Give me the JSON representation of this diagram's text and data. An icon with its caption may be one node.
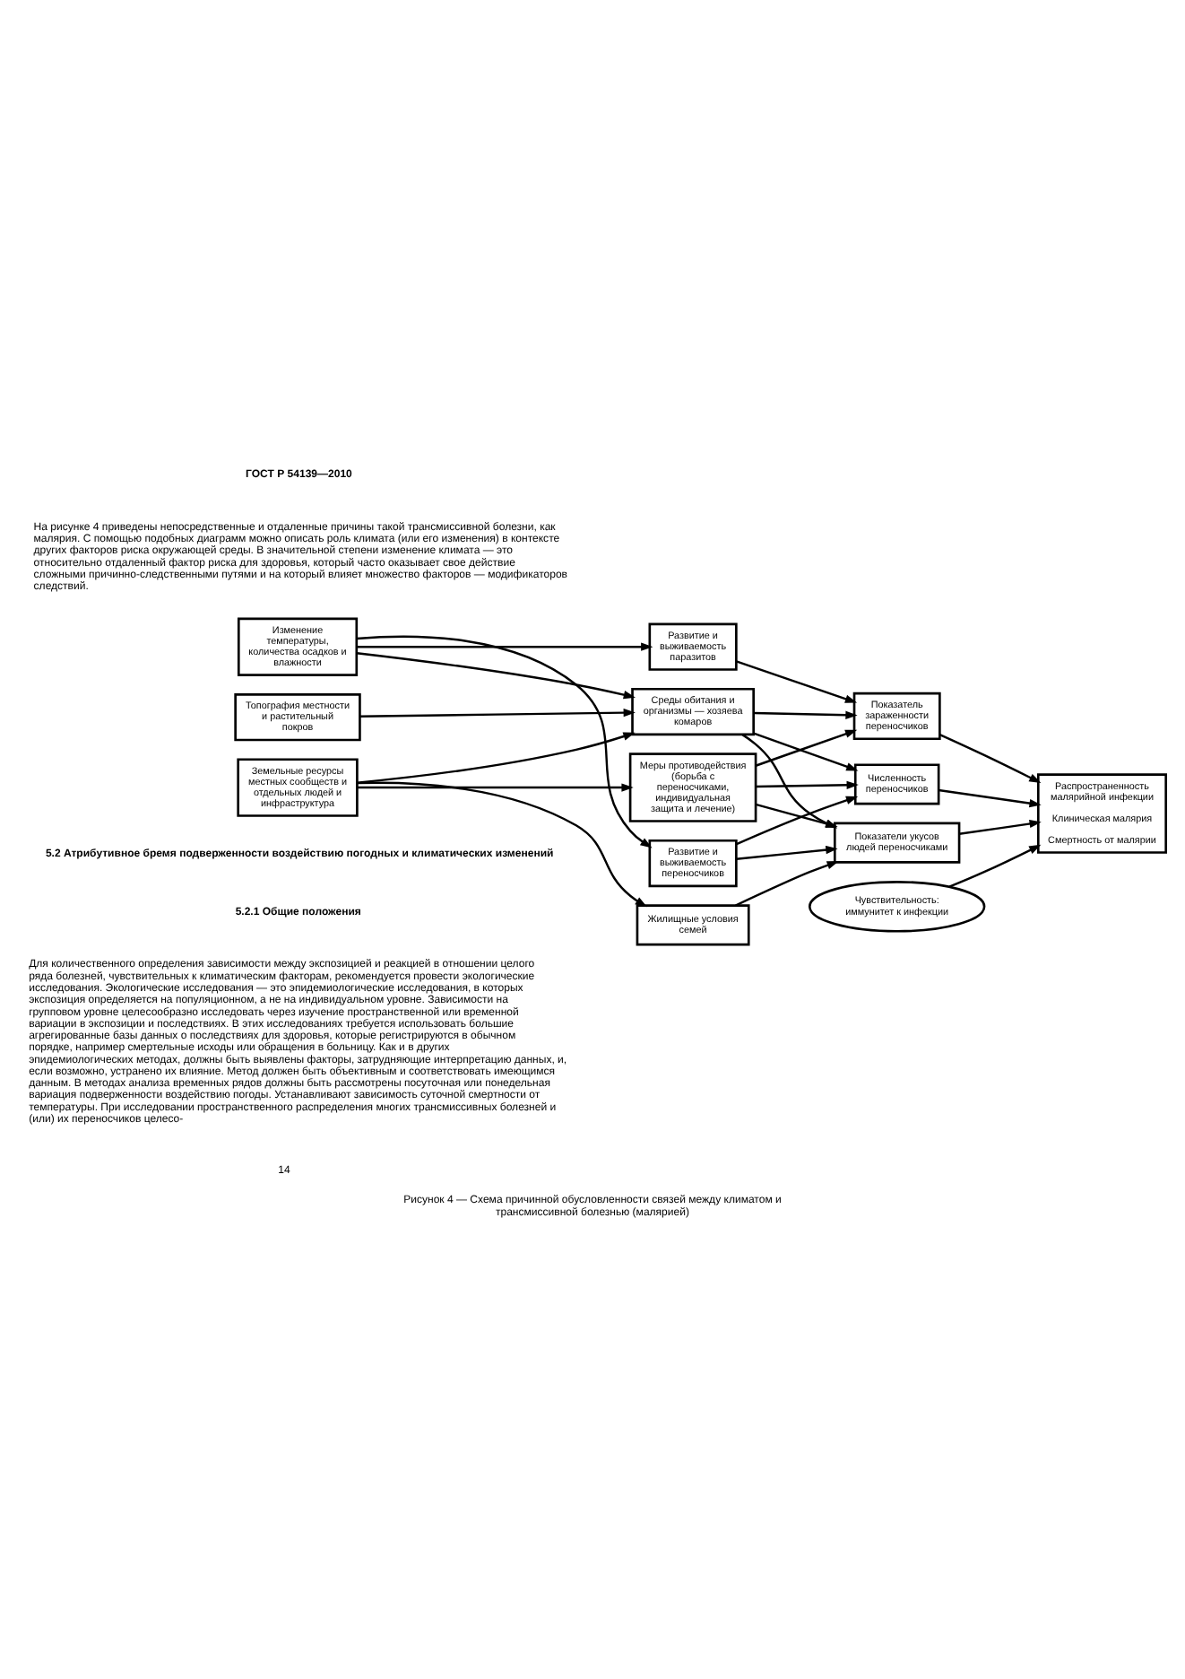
{
  "diagram": {
    "caption": "Рисунок 4 — Схема причинной обусловленности связей между климатом и трансмиссивной болезнью (малярией)",
    "nodes": [
      {
        "text": [
          "Изменение температуры, количества осадков и влажности"
        ]
      },
      {
        "text": [
          "Развитие и выживаемость паразитов"
        ]
      },
      {
        "text": [
          "Развитие и выживаемость переносчиков"
        ]
      },
      {
        "text": [
          "Топография местности и растительный покров"
        ]
      },
      {
        "text": [
          "Среды обитания и организмы — хозяева комаров"
        ]
      },
      {
        "text": [
          "Меры противодействия (борьба с переносчиками, индивидуальная защита и лечение)"
        ]
      },
      {
        "text": [
          "Земельные ресурсы местных сообществ и отдельных людей и инфраструктура"
        ]
      },
      {
        "text": [
          "Жилищные условия семей"
        ]
      },
      {
        "text": [
          "Показатель зараженности переносчиков"
        ]
      },
      {
        "text": [
          "Численность переносчиков"
        ]
      },
      {
        "text": [
          "Показатели укусов людей переносчиками"
        ]
      },
      {
        "text": [
          "Распространенность малярийной инфекции",
          "Клиническая малярия",
          "Смертность от малярии"
        ]
      },
      {
        "text": [
          "Чувствительность: иммунитет к инфекции"
        ]
      }
    ],
    "edges": [
      {
        "from": 0,
        "to": 1,
        "arrow": "to"
      },
      {
        "from": 0,
        "to": 2,
        "arrow": "to"
      },
      {
        "from": 0,
        "to": 4,
        "arrow": "to"
      },
      {
        "from": 3,
        "to": 4,
        "arrow": "to"
      },
      {
        "from": 6,
        "to": 4,
        "arrow": "to"
      },
      {
        "from": 6,
        "to": 5,
        "arrow": "to"
      },
      {
        "from": 6,
        "to": 7,
        "arrow": "to"
      },
      {
        "from": 1,
        "to": 8,
        "arrow": "to"
      },
      {
        "from": 4,
        "to": 8,
        "arrow": "to"
      },
      {
        "from": 5,
        "to": 8,
        "arrow": "to"
      },
      {
        "from": 2,
        "to": 9,
        "arrow": "to"
      },
      {
        "from": 4,
        "to": 9,
        "arrow": "to"
      },
      {
        "from": 5,
        "to": 9,
        "arrow": "to"
      },
      {
        "from": 2,
        "to": 10,
        "arrow": "to"
      },
      {
        "from": 4,
        "to": 10,
        "arrow": "to"
      },
      {
        "from": 5,
        "to": 10,
        "arrow": "to"
      },
      {
        "from": 7,
        "to": 10,
        "arrow": "to"
      },
      {
        "from": 8,
        "to": 11,
        "arrow": "to"
      },
      {
        "from": 9,
        "to": 11,
        "arrow": "to"
      },
      {
        "from": 10,
        "to": 11,
        "arrow": "to"
      },
      {
        "from": 12,
        "to": 11,
        "arrow": "to"
      }
    ],
    "labels": [
      "ГОСТ Р 54139—2010",
      "На рисунке 4 приведены непосредственные и отдаленные причины такой трансмиссивной болезни, как малярия. С помощью подобных диаграмм можно описать роль климата (или его изменения) в контексте других факторов риска окружающей среды. В значительной степени изменение климата — это относительно отдаленный фактор риска для здоровья, который часто оказывает свое действие сложными причинно-следственными путями и на который влияет множество факторов — модификаторов следствий.",
      "5.2 Атрибутивное бремя подверженности воздействию погодных и климатических изменений",
      "5.2.1 Общие положения",
      "Для количественного определения зависимости между экспозицией и реакцией в отношении целого ряда болезней, чувствительных к климатическим факторам, рекомендуется провести экологические исследования. Экологические исследования — это эпидемиологические исследования, в которых экспозиция определяется на популяционном, а не на индивидуальном уровне. Зависимости на групповом уровне целесообразно исследовать через изучение пространственной или временной вариации в экспозиции и последствиях. В этих исследованиях требуется использовать большие агрегированные базы данных о последствиях для здоровья, которые регистрируются в обычном порядке, например смертельные исходы или обращения в больницу. Как и в других эпидемиологических методах, должны быть выявлены факторы, затрудняющие интерпретацию данных, и, если возможно, устранено их влияние. Метод должен быть объективным и соответствовать имеющимся данным. В методах анализа временных рядов должны быть рассмотрены посуточная или понедельная вариация подверженности воздействию погоды. Устанавливают зависимость суточной смертности от температуры. При исследовании пространственного распределения многих трансмиссивных болезней и (или) их переносчиков целесо-",
      "14"
    ]
  }
}
